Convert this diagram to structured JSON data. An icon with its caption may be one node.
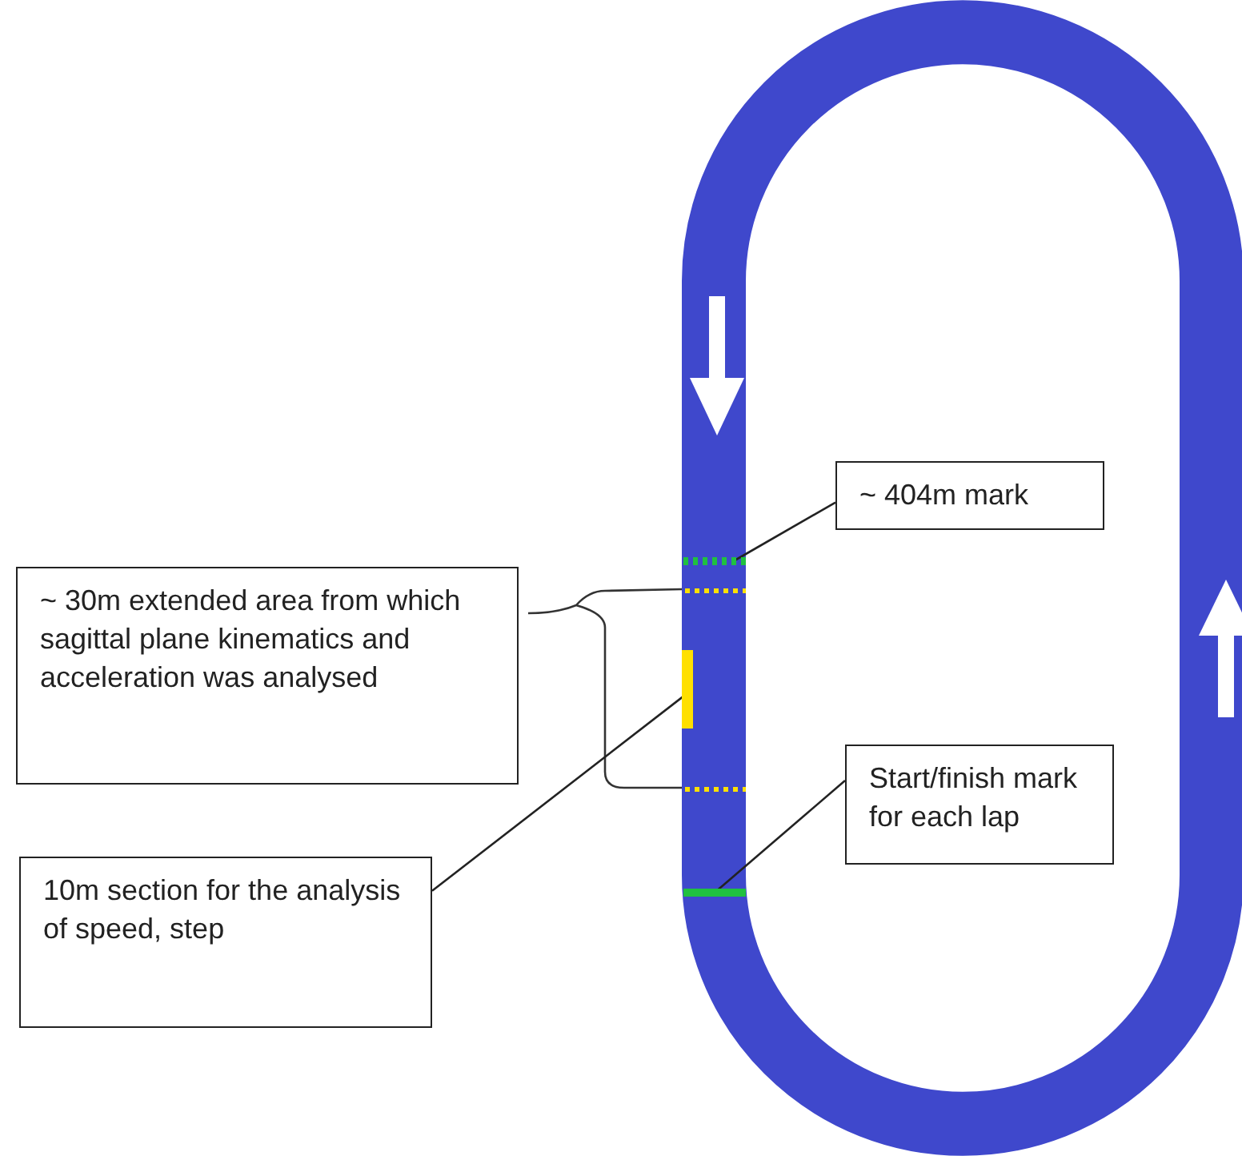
{
  "diagram": {
    "nodes": [
      {
        "text": [
          "~ 404m mark"
        ]
      },
      {
        "text": [
          "~ 30m extended area from which sagittal plane kinematics and acceleration was analysed"
        ]
      },
      {
        "text": [
          "10m section for the analysis of speed, step"
        ]
      },
      {
        "text": [
          "Start/finish mark for each lap"
        ]
      },
      {
        "text": [],
        "shape": "bar"
      },
      {
        "text": [],
        "shape": "bar"
      },
      {
        "text": [],
        "shape": "bar"
      }
    ],
    "edges": [
      {
        "from": 0,
        "to": 4,
        "arrow": "none"
      },
      {
        "from": 2,
        "to": 5,
        "arrow": "none"
      },
      {
        "from": 3,
        "to": 6,
        "arrow": "none"
      }
    ]
  }
}
